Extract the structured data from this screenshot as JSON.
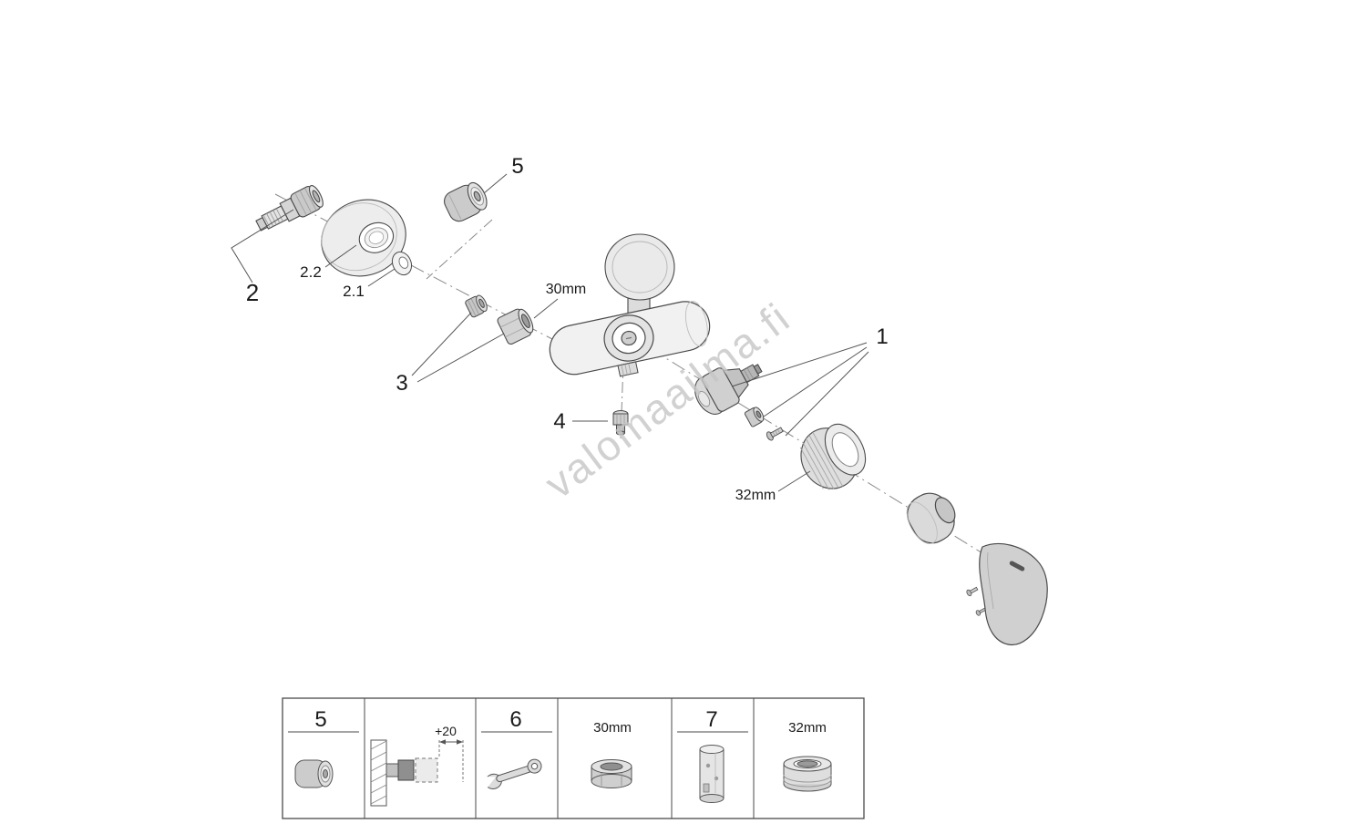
{
  "watermark": "valomaailma.fi",
  "callouts": {
    "group1": "1",
    "group2": "2",
    "item2_1": "2.1",
    "item2_2": "2.2",
    "group3": "3",
    "item4": "4",
    "item5": "5"
  },
  "dimensions": {
    "nut": "30mm",
    "ring": "32mm"
  },
  "legend": {
    "cells": [
      {
        "label": "5",
        "icon": "connection-cap-icon"
      },
      {
        "label": "+20",
        "icon": "wall-mounting-depth-icon"
      },
      {
        "label": "6",
        "icon": "wrench-icon"
      },
      {
        "label": "30mm",
        "icon": "union-nut-icon"
      },
      {
        "label": "7",
        "icon": "cartridge-icon"
      },
      {
        "label": "32mm",
        "icon": "retaining-ring-icon"
      }
    ]
  }
}
